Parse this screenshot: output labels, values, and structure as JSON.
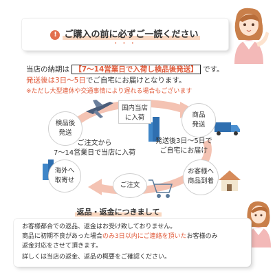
{
  "top_banner": {
    "title": "ご購入の前に必ずご一読ください",
    "dots": "• • •",
    "icon_glyph": "!"
  },
  "lead": {
    "line1_pre": "当店の納期は",
    "line1_box": "【7～14営業日で入荷し検品後発送】",
    "line1_post": "です。",
    "line2_red": "発送後は3日～5日",
    "line2_post": "でご自宅にお届けとなります。",
    "note": "※ただし大型連休や交通事情により遅れる場合もございます"
  },
  "flow": {
    "inspect": "検品後\n発送",
    "arrival": "国内当店\nに入荷",
    "ship": "商品\n発送",
    "delivery_text": "発送後3日～5日で\nご自宅にお届け",
    "customer": "お客様へ\n商品到着",
    "order_text": "ご注文から\n7～14営業日で当店に入荷",
    "overseas": "海外へ\n取寄せ",
    "order": "ご注文"
  },
  "bottom_banner": {
    "title": "返品・返金につきまして"
  },
  "bottom_panel": {
    "line1": "お客様都合での返品、返金はお受け致しておりません。",
    "line2_pre": "商品に初期不良があった場合",
    "line2_red": "のみ3日以内にご連絡を頂いた",
    "line2_post": "お客様のみ",
    "line3": "返金対応をさせて頂きます。",
    "line4": "詳しくは当店の返金、返品の概要をご確認ください。"
  },
  "colors": {
    "accent": "#e05a3a",
    "arc": "#f4c3b3",
    "highlight": "#f9d7c0"
  }
}
